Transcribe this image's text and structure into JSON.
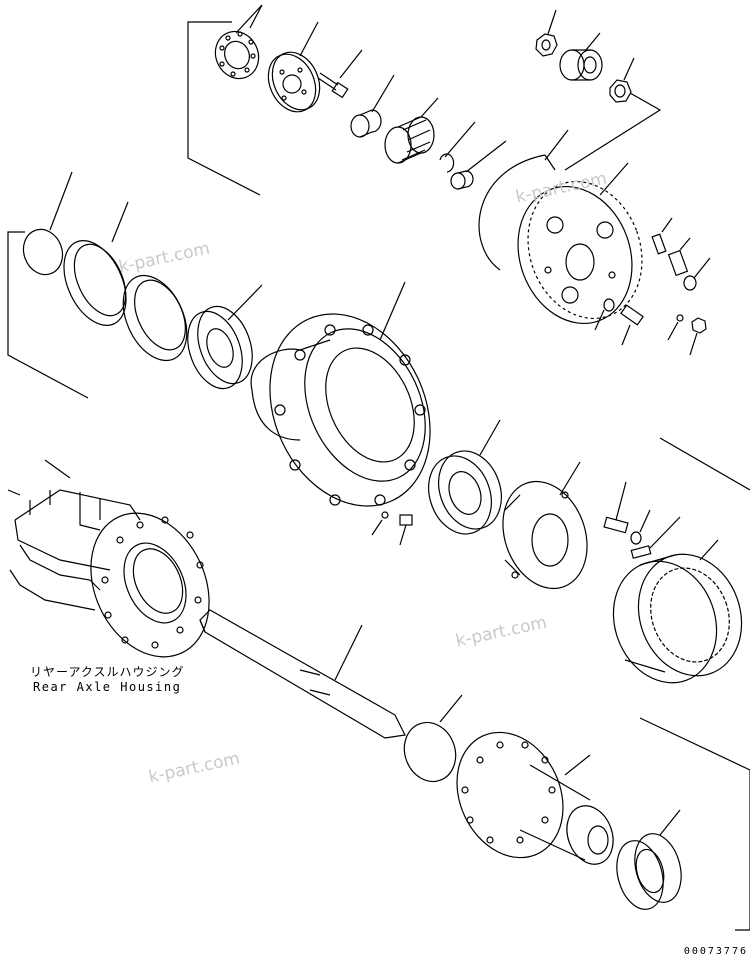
{
  "caption": {
    "japanese": "リヤーアクスルハウジング",
    "english": "Rear Axle Housing"
  },
  "watermarks": [
    "k-part.com",
    "k-part.com",
    "k-part.com",
    "k-part.com"
  ],
  "drawing_number": "00073776",
  "colors": {
    "line": "#000000",
    "watermark": "#c9c9c9",
    "background": "#ffffff"
  }
}
